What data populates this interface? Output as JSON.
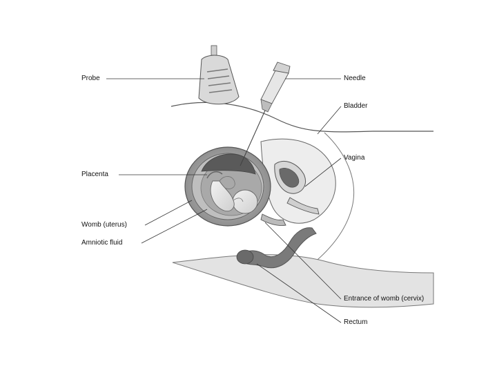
{
  "labels": {
    "probe": "Probe",
    "needle": "Needle",
    "bladder": "Bladder",
    "vagina": "Vagina",
    "placenta": "Placenta",
    "womb": "Womb (uterus)",
    "amniotic_fluid": "Amniotic fluid",
    "cervix": "Entrance of womb (cervix)",
    "rectum": "Rectum"
  }
}
